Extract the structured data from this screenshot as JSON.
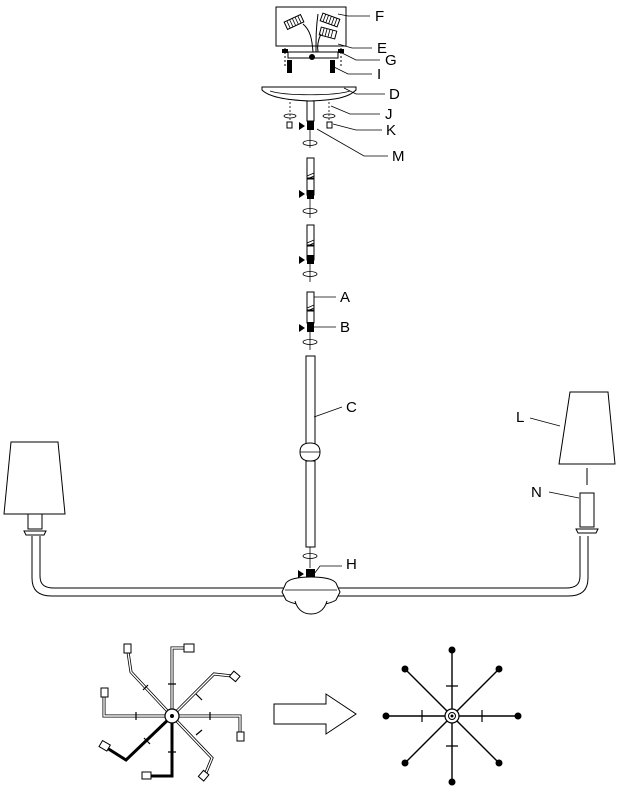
{
  "diagram": {
    "labels": {
      "A": "A",
      "B": "B",
      "C": "C",
      "D": "D",
      "E": "E",
      "F": "F",
      "G": "G",
      "H": "H",
      "I": "I",
      "J": "J",
      "K": "K",
      "L": "L",
      "M": "M",
      "N": "N"
    },
    "icons": {
      "arrow": "right-arrow-icon"
    }
  }
}
